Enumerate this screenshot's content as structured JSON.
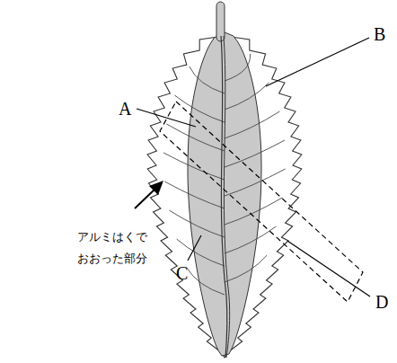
{
  "diagram": {
    "labels": [
      "A",
      "B",
      "C",
      "D",
      "アルミはくで おおった部分"
    ]
  }
}
